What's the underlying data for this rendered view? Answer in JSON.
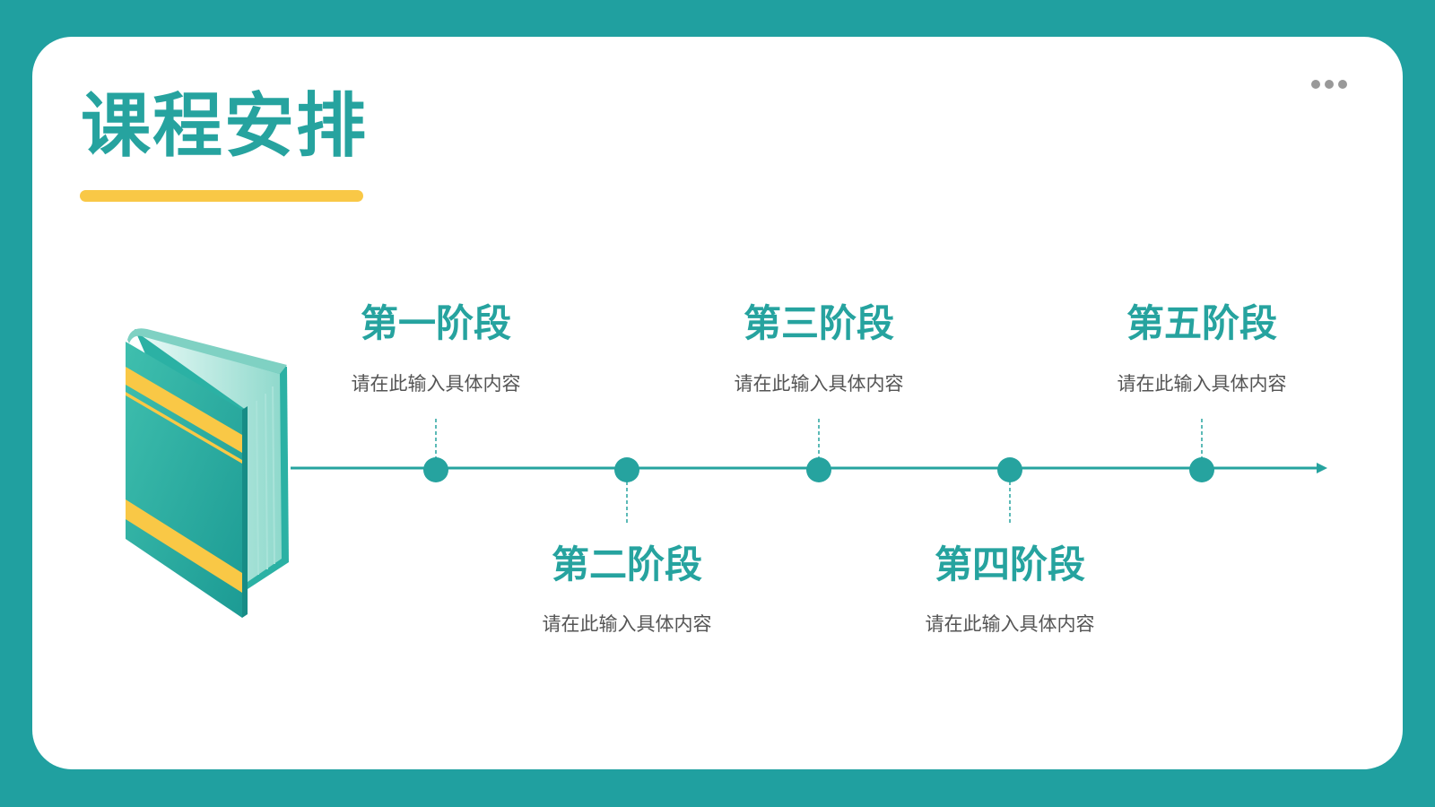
{
  "slide": {
    "title": "课程安排",
    "accent_color": "#26a39f",
    "highlight_color": "#f9c846",
    "frame_color": "#20a0a0"
  },
  "icons": {
    "menu": "more-dots-icon",
    "book": "book-icon"
  },
  "stages": [
    {
      "title": "第一阶段",
      "description": "请在此输入具体内容"
    },
    {
      "title": "第二阶段",
      "description": "请在此输入具体内容"
    },
    {
      "title": "第三阶段",
      "description": "请在此输入具体内容"
    },
    {
      "title": "第四阶段",
      "description": "请在此输入具体内容"
    },
    {
      "title": "第五阶段",
      "description": "请在此输入具体内容"
    }
  ]
}
